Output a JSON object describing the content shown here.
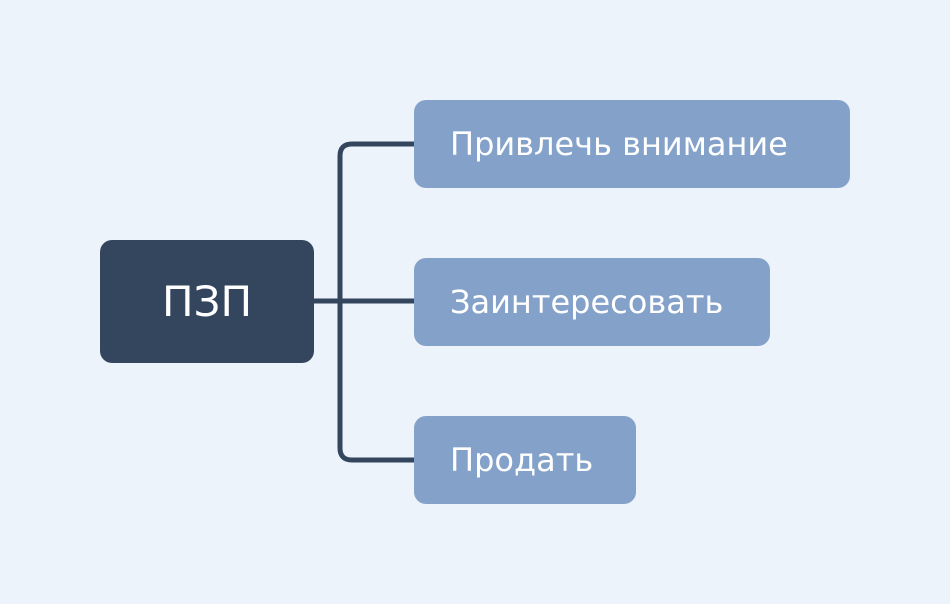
{
  "root": {
    "label": "ПЗП"
  },
  "children": [
    {
      "label": "Привлечь внимание"
    },
    {
      "label": "Заинтересовать"
    },
    {
      "label": "Продать"
    }
  ],
  "colors": {
    "background": "#ecf3fa",
    "root": "#34465e",
    "child": "#84a2c9",
    "connector": "#34465e"
  }
}
